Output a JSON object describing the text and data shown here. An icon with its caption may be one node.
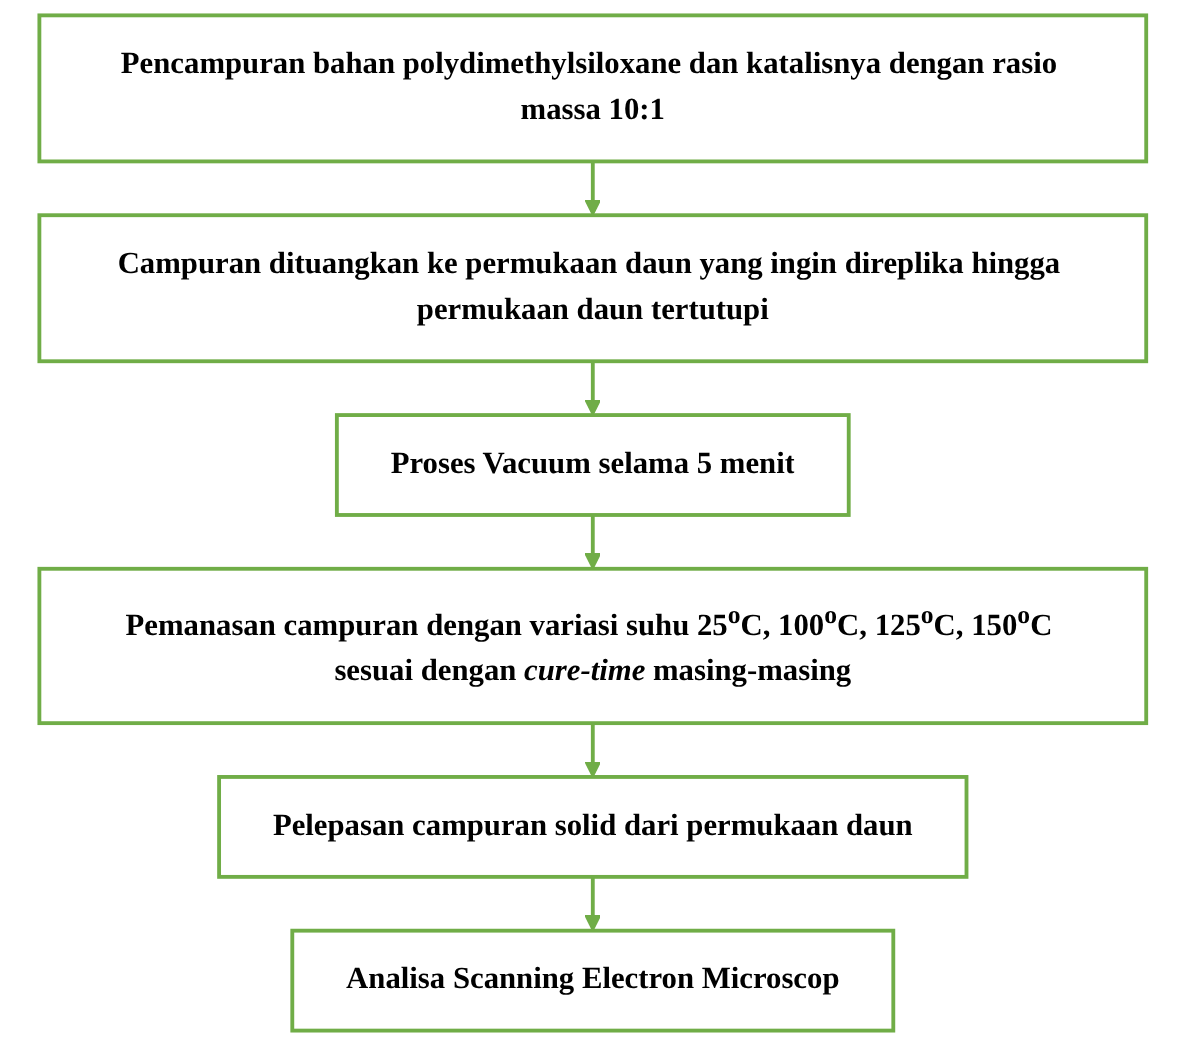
{
  "diagram": {
    "nodes": [
      {
        "text": [
          "Pencampuran bahan polydimethylsiloxane dan katalisnya dengan rasio massa 10:1"
        ]
      },
      {
        "text": [
          "Campuran dituangkan ke permukaan daun yang ingin direplika hingga permukaan daun tertutupi"
        ]
      },
      {
        "text": [
          "Proses Vacuum selama 5 menit"
        ]
      },
      {
        "text": [
          "Pemanasan campuran dengan variasi suhu 25$^{o}$C, 100$^{o}$C, 125$^{o}$C, 150$^{o}$C sesuai dengan *cure-time* masing-masing"
        ]
      },
      {
        "text": [
          "Pelepasan campuran solid dari permukaan daun"
        ]
      },
      {
        "text": [
          "Analisa Scanning Electron Microscop"
        ]
      }
    ],
    "edges": [
      {
        "from": 0,
        "to": 1,
        "arrow": "to"
      },
      {
        "from": 1,
        "to": 2,
        "arrow": "to"
      },
      {
        "from": 2,
        "to": 3,
        "arrow": "to"
      },
      {
        "from": 3,
        "to": 4,
        "arrow": "to"
      },
      {
        "from": 4,
        "to": 5,
        "arrow": "to"
      }
    ]
  }
}
